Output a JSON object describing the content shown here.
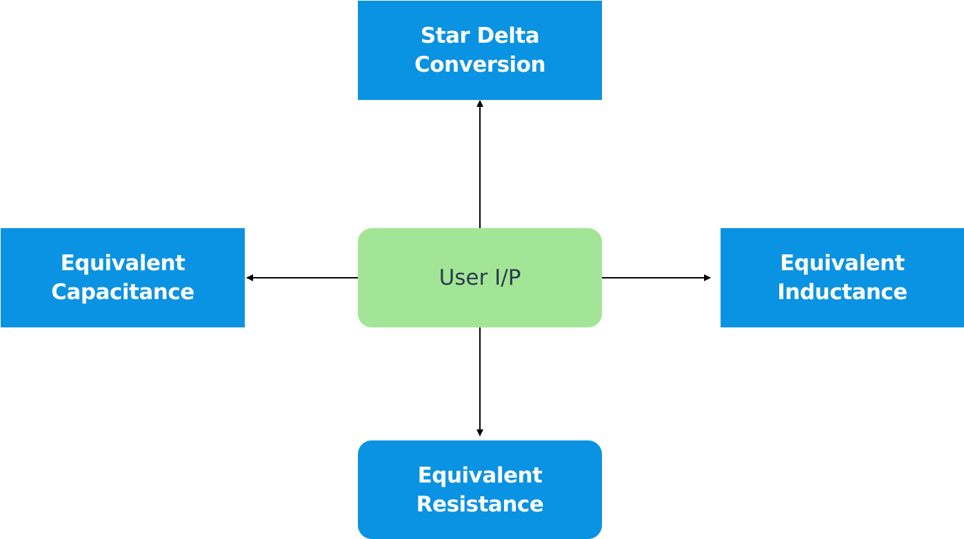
{
  "diagram": {
    "center": {
      "label": "User I/P",
      "color": "#a3e596",
      "text_color": "#2b3a4e"
    },
    "nodes": {
      "top": {
        "label": "Star Delta\nConversion"
      },
      "left": {
        "label": "Equivalent\nCapacitance"
      },
      "right": {
        "label": "Equivalent\nInductance"
      },
      "bottom": {
        "label": "Equivalent\nResistance"
      }
    },
    "colors": {
      "node_fill": "#0a92e3",
      "node_text": "#ffffff",
      "edge": "#000000"
    },
    "edges": [
      {
        "from": "center",
        "to": "top"
      },
      {
        "from": "center",
        "to": "left"
      },
      {
        "from": "center",
        "to": "right"
      },
      {
        "from": "center",
        "to": "bottom"
      }
    ]
  }
}
